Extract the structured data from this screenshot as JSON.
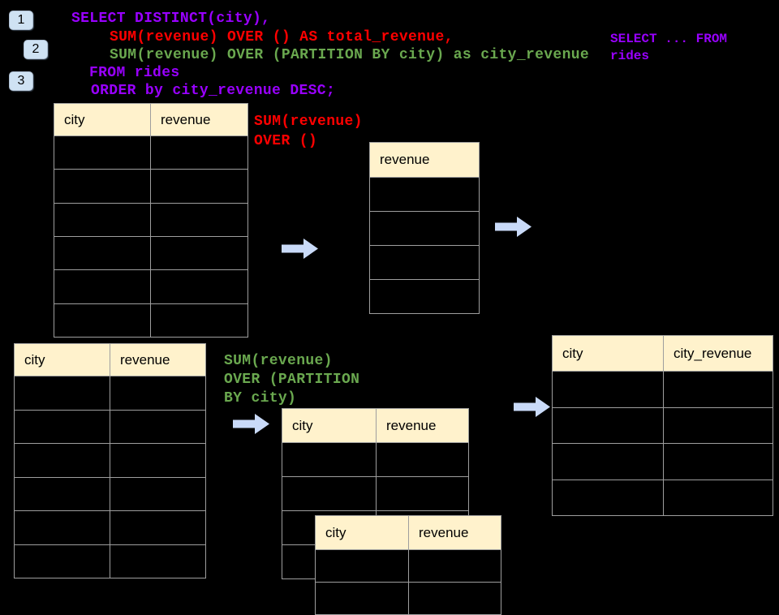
{
  "steps": [
    {
      "label": "1"
    },
    {
      "label": "2"
    },
    {
      "label": "3"
    }
  ],
  "sql": {
    "lines": [
      {
        "text": "SELECT DISTINCT(city),",
        "color_key": "purple"
      },
      {
        "text": "SUM(revenue) OVER () AS total_revenue,",
        "color_key": "red"
      },
      {
        "text": "SUM(revenue) OVER (PARTITION BY city) as city_revenue",
        "color_key": "green"
      },
      {
        "text": "FROM rides",
        "color_key": "purple"
      },
      {
        "text": "ORDER by city_revenue DESC;",
        "color_key": "purple"
      }
    ]
  },
  "side_note": {
    "line1": "SELECT ... FROM",
    "line2": "rides",
    "color_key": "purple"
  },
  "annotation_total": {
    "line1": "SUM(revenue)",
    "line2": "OVER ()",
    "color_key": "red"
  },
  "annotation_partition": {
    "line1": "SUM(revenue)",
    "line2": "OVER (PARTITION",
    "line3": "BY city)",
    "color_key": "green"
  },
  "tables": {
    "source_top": {
      "headers": [
        "city",
        "revenue"
      ],
      "empty_rows": 6
    },
    "total_revenue_result": {
      "headers": [
        "revenue"
      ],
      "empty_rows": 4
    },
    "source_bottom": {
      "headers": [
        "city",
        "revenue"
      ],
      "empty_rows": 6
    },
    "partition_step": {
      "headers": [
        "city",
        "revenue"
      ],
      "empty_rows": 4
    },
    "partition_overlay": {
      "headers": [
        "city",
        "revenue"
      ],
      "empty_rows": 2
    },
    "final_result": {
      "headers": [
        "city",
        "city_revenue"
      ],
      "empty_rows": 4
    }
  },
  "icons": {
    "arrow_right": "right-arrow"
  },
  "colors": {
    "background": "#000000",
    "purple": "#9900ff",
    "red": "#ff0000",
    "green": "#6aa84f",
    "header_bg": "#fff2cc",
    "badge_bg": "#cfe2f3",
    "arrow_fill": "#c9daf8",
    "table_border": "#9e9e9e"
  }
}
